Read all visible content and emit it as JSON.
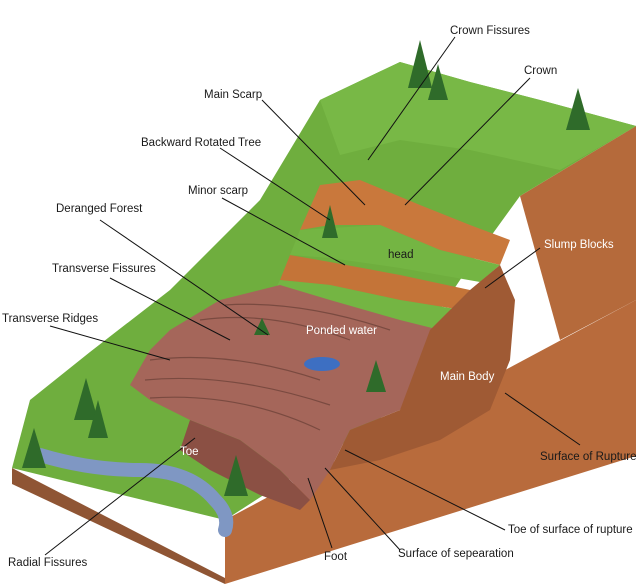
{
  "labels": {
    "crown_fissures": "Crown Fissures",
    "crown": "Crown",
    "main_scarp": "Main Scarp",
    "backward_rotated_tree": "Backward Rotated Tree",
    "minor_scarp": "Minor scarp",
    "deranged_forest": "Deranged Forest",
    "transverse_fissures": "Transverse Fissures",
    "transverse_ridges": "Transverse Ridges",
    "head": "head",
    "slump_blocks": "Slump Blocks",
    "ponded_water": "Ponded water",
    "main_body": "Main Body",
    "toe": "Toe",
    "surface_of_rupture": "Surface of Rupture",
    "toe_of_surface_of_rupture": "Toe of surface of rupture",
    "surface_of_separation": "Surface of sepearation",
    "foot": "Foot",
    "radial_fissures": "Radial Fissures"
  },
  "colors": {
    "grass": "#6fae3e",
    "grass_dark": "#4e8a2c",
    "soil_side": "#b8693a",
    "soil_front": "#8f5534",
    "slide_body": "#a5665a",
    "scarp": "#c9783c",
    "river": "#7f97c3",
    "water": "#3d6fc2",
    "tree": "#2f6b2a"
  }
}
